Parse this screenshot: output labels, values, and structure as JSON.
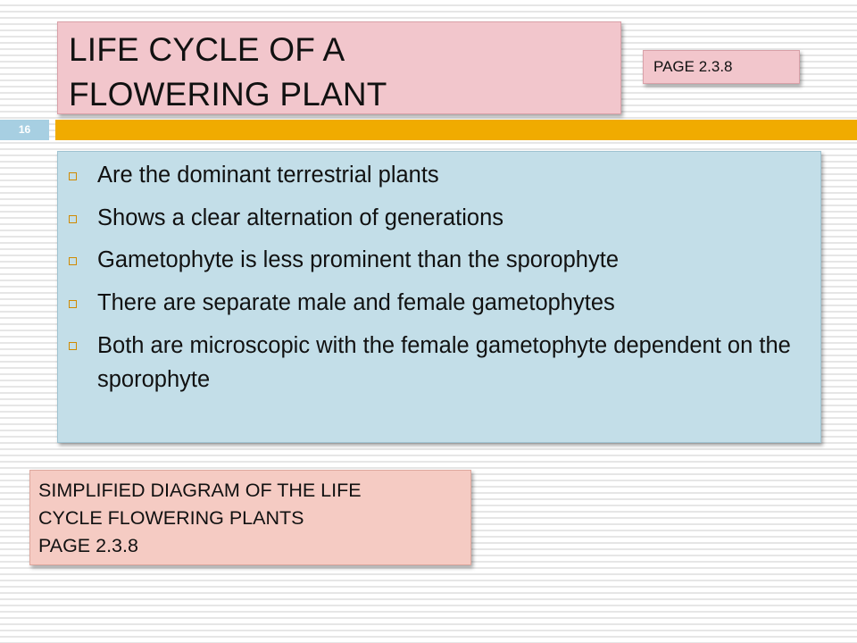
{
  "title": {
    "line1": "LIFE CYCLE OF A",
    "line2": "FLOWERING PLANT"
  },
  "page_ref_top": "PAGE 2.3.8",
  "slide_number": "16",
  "bullets": [
    {
      "text": "Are the dominant terrestrial plants"
    },
    {
      "text": "Shows a clear alternation of generations"
    },
    {
      "text": "Gametophyte is less prominent than the sporophyte"
    },
    {
      "text": "There are separate male and female gametophytes"
    },
    {
      "text": "Both are microscopic with the female gametophyte dependent on the sporophyte"
    }
  ],
  "diagram_ref": {
    "line1": "SIMPLIFIED DIAGRAM OF THE LIFE",
    "line2": "CYCLE FLOWERING PLANTS",
    "line3": "PAGE 2.3.8"
  },
  "colors": {
    "title_bg": "#f2c6cc",
    "content_bg": "#c3dee8",
    "accent_bar": "#f0ab00",
    "slide_number_bg": "#a7cfe2",
    "diagram_ref_bg": "#f5cbc3"
  }
}
